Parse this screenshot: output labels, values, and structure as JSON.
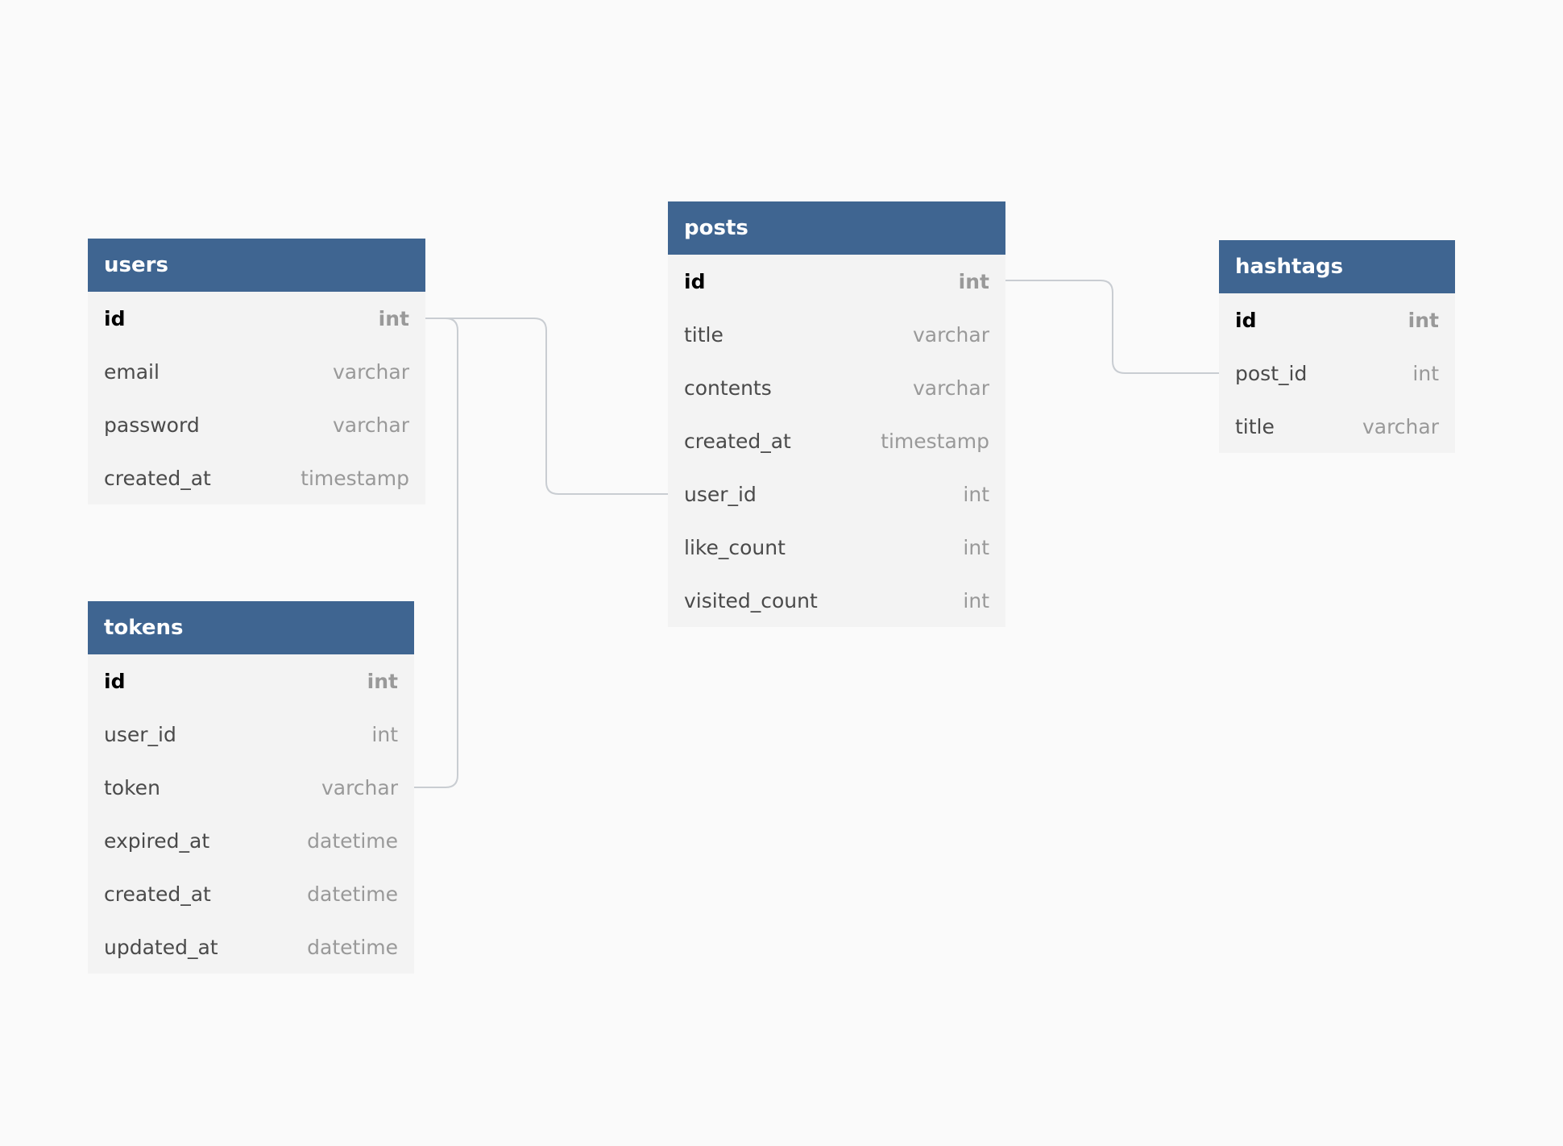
{
  "tables": {
    "users": {
      "name": "users",
      "columns": [
        {
          "name": "id",
          "type": "int"
        },
        {
          "name": "email",
          "type": "varchar"
        },
        {
          "name": "password",
          "type": "varchar"
        },
        {
          "name": "created_at",
          "type": "timestamp"
        }
      ]
    },
    "tokens": {
      "name": "tokens",
      "columns": [
        {
          "name": "id",
          "type": "int"
        },
        {
          "name": "user_id",
          "type": "int"
        },
        {
          "name": "token",
          "type": "varchar"
        },
        {
          "name": "expired_at",
          "type": "datetime"
        },
        {
          "name": "created_at",
          "type": "datetime"
        },
        {
          "name": "updated_at",
          "type": "datetime"
        }
      ]
    },
    "posts": {
      "name": "posts",
      "columns": [
        {
          "name": "id",
          "type": "int"
        },
        {
          "name": "title",
          "type": "varchar"
        },
        {
          "name": "contents",
          "type": "varchar"
        },
        {
          "name": "created_at",
          "type": "timestamp"
        },
        {
          "name": "user_id",
          "type": "int"
        },
        {
          "name": "like_count",
          "type": "int"
        },
        {
          "name": "visited_count",
          "type": "int"
        }
      ]
    },
    "hashtags": {
      "name": "hashtags",
      "columns": [
        {
          "name": "id",
          "type": "int"
        },
        {
          "name": "post_id",
          "type": "int"
        },
        {
          "name": "title",
          "type": "varchar"
        }
      ]
    }
  },
  "colors": {
    "header": "#3f6591",
    "body": "#f3f3f3",
    "background": "#fafafa",
    "connector": "#c9cdd2"
  }
}
